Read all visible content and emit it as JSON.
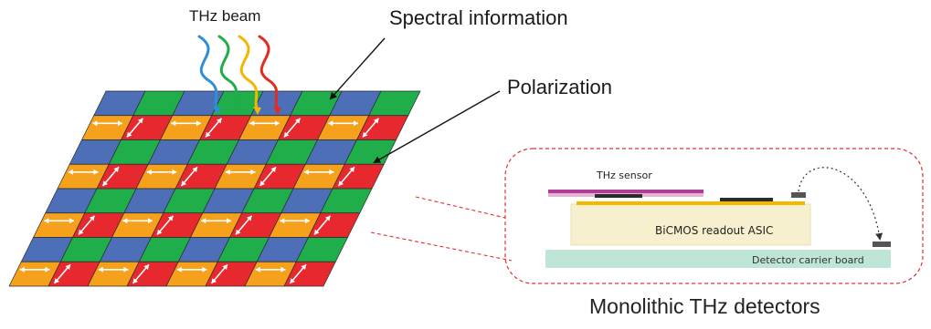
{
  "labels": {
    "beam": "THz beam",
    "spectral": "Spectral information",
    "polarization": "Polarization",
    "sensor": "THz sensor",
    "asic": "BiCMOS readout ASIC",
    "board": "Detector carrier board",
    "monolithic": "Monolithic THz detectors"
  },
  "grid": {
    "rows": 8,
    "cols": 8,
    "colors": {
      "blue": "#4d6fb8",
      "green": "#1fae49",
      "orange": "#f5a11c",
      "red": "#e8282f"
    },
    "pattern": [
      [
        "blue",
        "green"
      ],
      [
        "orange",
        "red"
      ]
    ]
  },
  "beam_colors": [
    "#2f8fd6",
    "#1fae49",
    "#f2b705",
    "#e32b20"
  ],
  "stack_colors": {
    "sensor": "#b13c95",
    "sensor_shade": "#e3b4d8",
    "asic": "#f7f0cf",
    "asic_top": "#f5b800",
    "board": "#bfe5d6",
    "pad": "#2b2b2b",
    "callout": "#e03030"
  }
}
